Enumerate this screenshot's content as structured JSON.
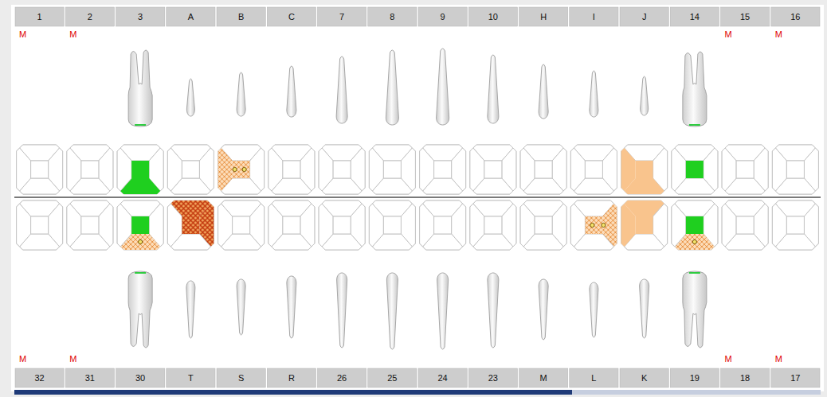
{
  "diagram": {
    "labels": [
      "1",
      "2",
      "3",
      "A",
      "B",
      "C",
      "7",
      "8",
      "9",
      "10",
      "H",
      "I",
      "J",
      "14",
      "15",
      "16",
      "M",
      "M",
      "M",
      "M",
      "M",
      "M",
      "M",
      "M",
      "32",
      "31",
      "30",
      "T",
      "S",
      "R",
      "26",
      "25",
      "24",
      "23",
      "M",
      "L",
      "K",
      "19",
      "18",
      "17"
    ]
  }
}
